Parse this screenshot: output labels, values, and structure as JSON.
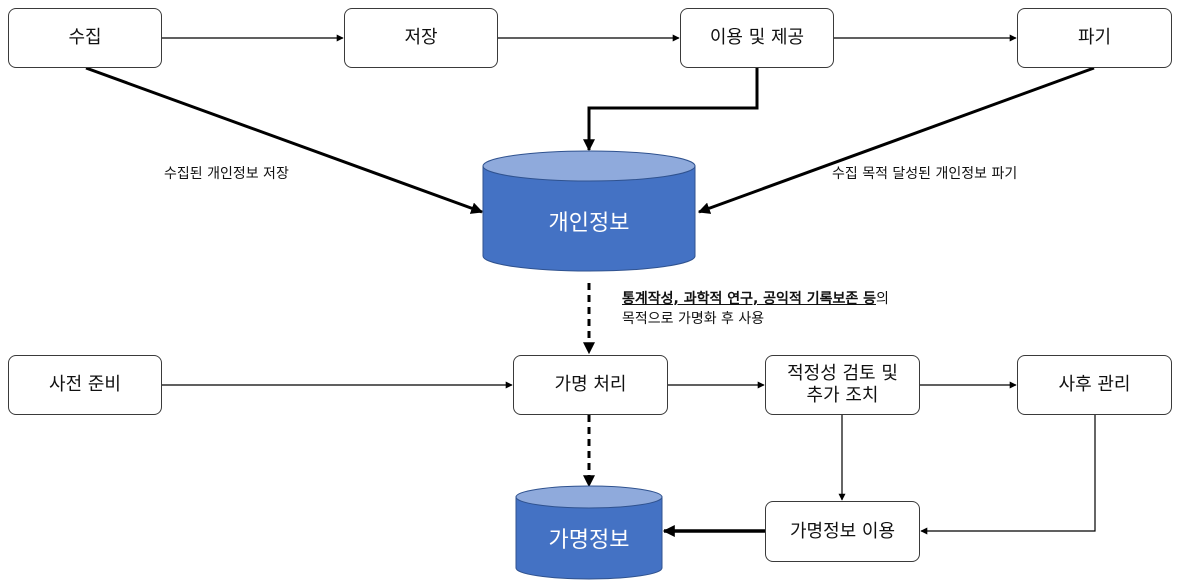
{
  "lifecycle": {
    "collect": "수집",
    "store": "저장",
    "use_provide": "이용 및 제공",
    "destroy": "파기"
  },
  "edge_labels": {
    "collect_store": "수집된 개인정보 저장",
    "purpose_destroy": "수집 목적 달성된 개인정보 파기"
  },
  "databases": {
    "personal": "개인정보",
    "pseudonymous": "가명정보"
  },
  "note": {
    "bold": "통계작성, 과학적 연구, 공익적 기록보존 등",
    "suffix": "의",
    "line2": "목적으로 가명화 후 사용"
  },
  "process": {
    "prepare": "사전 준비",
    "pseudonymize": "가명 처리",
    "review": "적정성 검토 및\n추가 조치",
    "post_manage": "사후 관리",
    "use_pseudo": "가명정보 이용"
  },
  "colors": {
    "db_body": "#4472c4",
    "db_top": "#8faadc",
    "db_edge": "#2f528f",
    "line": "#000000"
  }
}
